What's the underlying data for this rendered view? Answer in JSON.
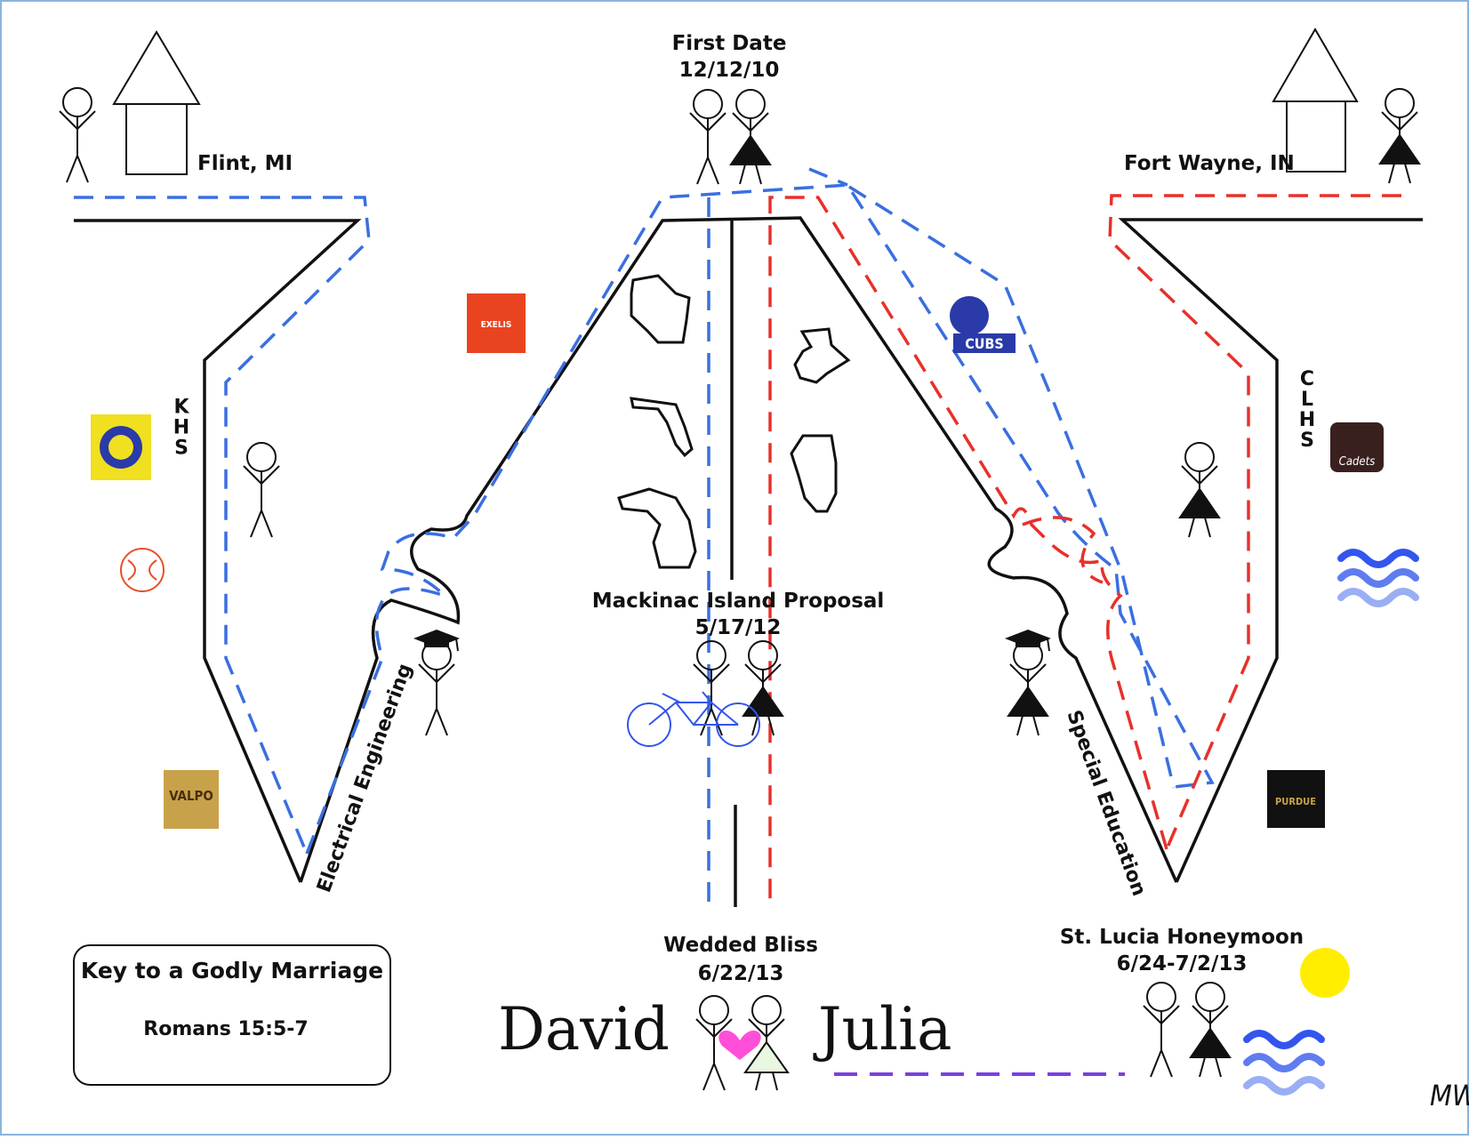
{
  "places": {
    "left_home": "Flint, MI",
    "right_home": "Fort Wayne, IN"
  },
  "schools": {
    "left_hs": "KHS",
    "right_hs": "CLHS",
    "left_hs_logo_text": "",
    "right_hs_logo_text": "Cadets",
    "left_college_logo_text": "VALPO",
    "middle_school_logo_text": "CUBS",
    "employer_logo_text": "EXELIS",
    "right_college_logo_text": "PURDUE"
  },
  "majors": {
    "left": "Electrical Engineering",
    "right": "Special Education"
  },
  "events": {
    "first_date_title": "First Date",
    "first_date_date": "12/12/10",
    "proposal_title": "Mackinac Island Proposal",
    "proposal_date": "5/17/12",
    "wedding_title": "Wedded Bliss",
    "wedding_date": "6/22/13",
    "honeymoon_title": "St. Lucia Honeymoon",
    "honeymoon_date": "6/24-7/2/13"
  },
  "couple": {
    "groom": "David",
    "bride": "Julia"
  },
  "key": {
    "title": "Key to a Godly Marriage",
    "verse": "Romans 15:5-7"
  },
  "signature": "MW",
  "colors": {
    "border": "#8ab4e0",
    "road": "#111111",
    "his_path": "#3a6fe0",
    "her_path": "#e8302a",
    "honeymoon_path": "#7a3fe0",
    "heart": "#ff4fd8",
    "sun": "#ffee00",
    "water": "#3355ee",
    "exelis": "#e9441f",
    "khs_logo": "#f0e020",
    "valpo": "#c8a24a",
    "purdue": "#111111",
    "cadets": "#3a1f1f",
    "bicycle": "#3355ee",
    "baseball": "#e8502a"
  },
  "icons": [
    "house-icon",
    "stick-figure-icon",
    "graduation-cap-icon",
    "bicycle-icon",
    "heart-icon",
    "sun-icon",
    "water-waves-icon",
    "baseball-icon",
    "wisconsin-outline-icon",
    "florida-outline-icon",
    "michigan-outline-icon",
    "guatemala-outline-icon",
    "illinois-outline-icon"
  ]
}
